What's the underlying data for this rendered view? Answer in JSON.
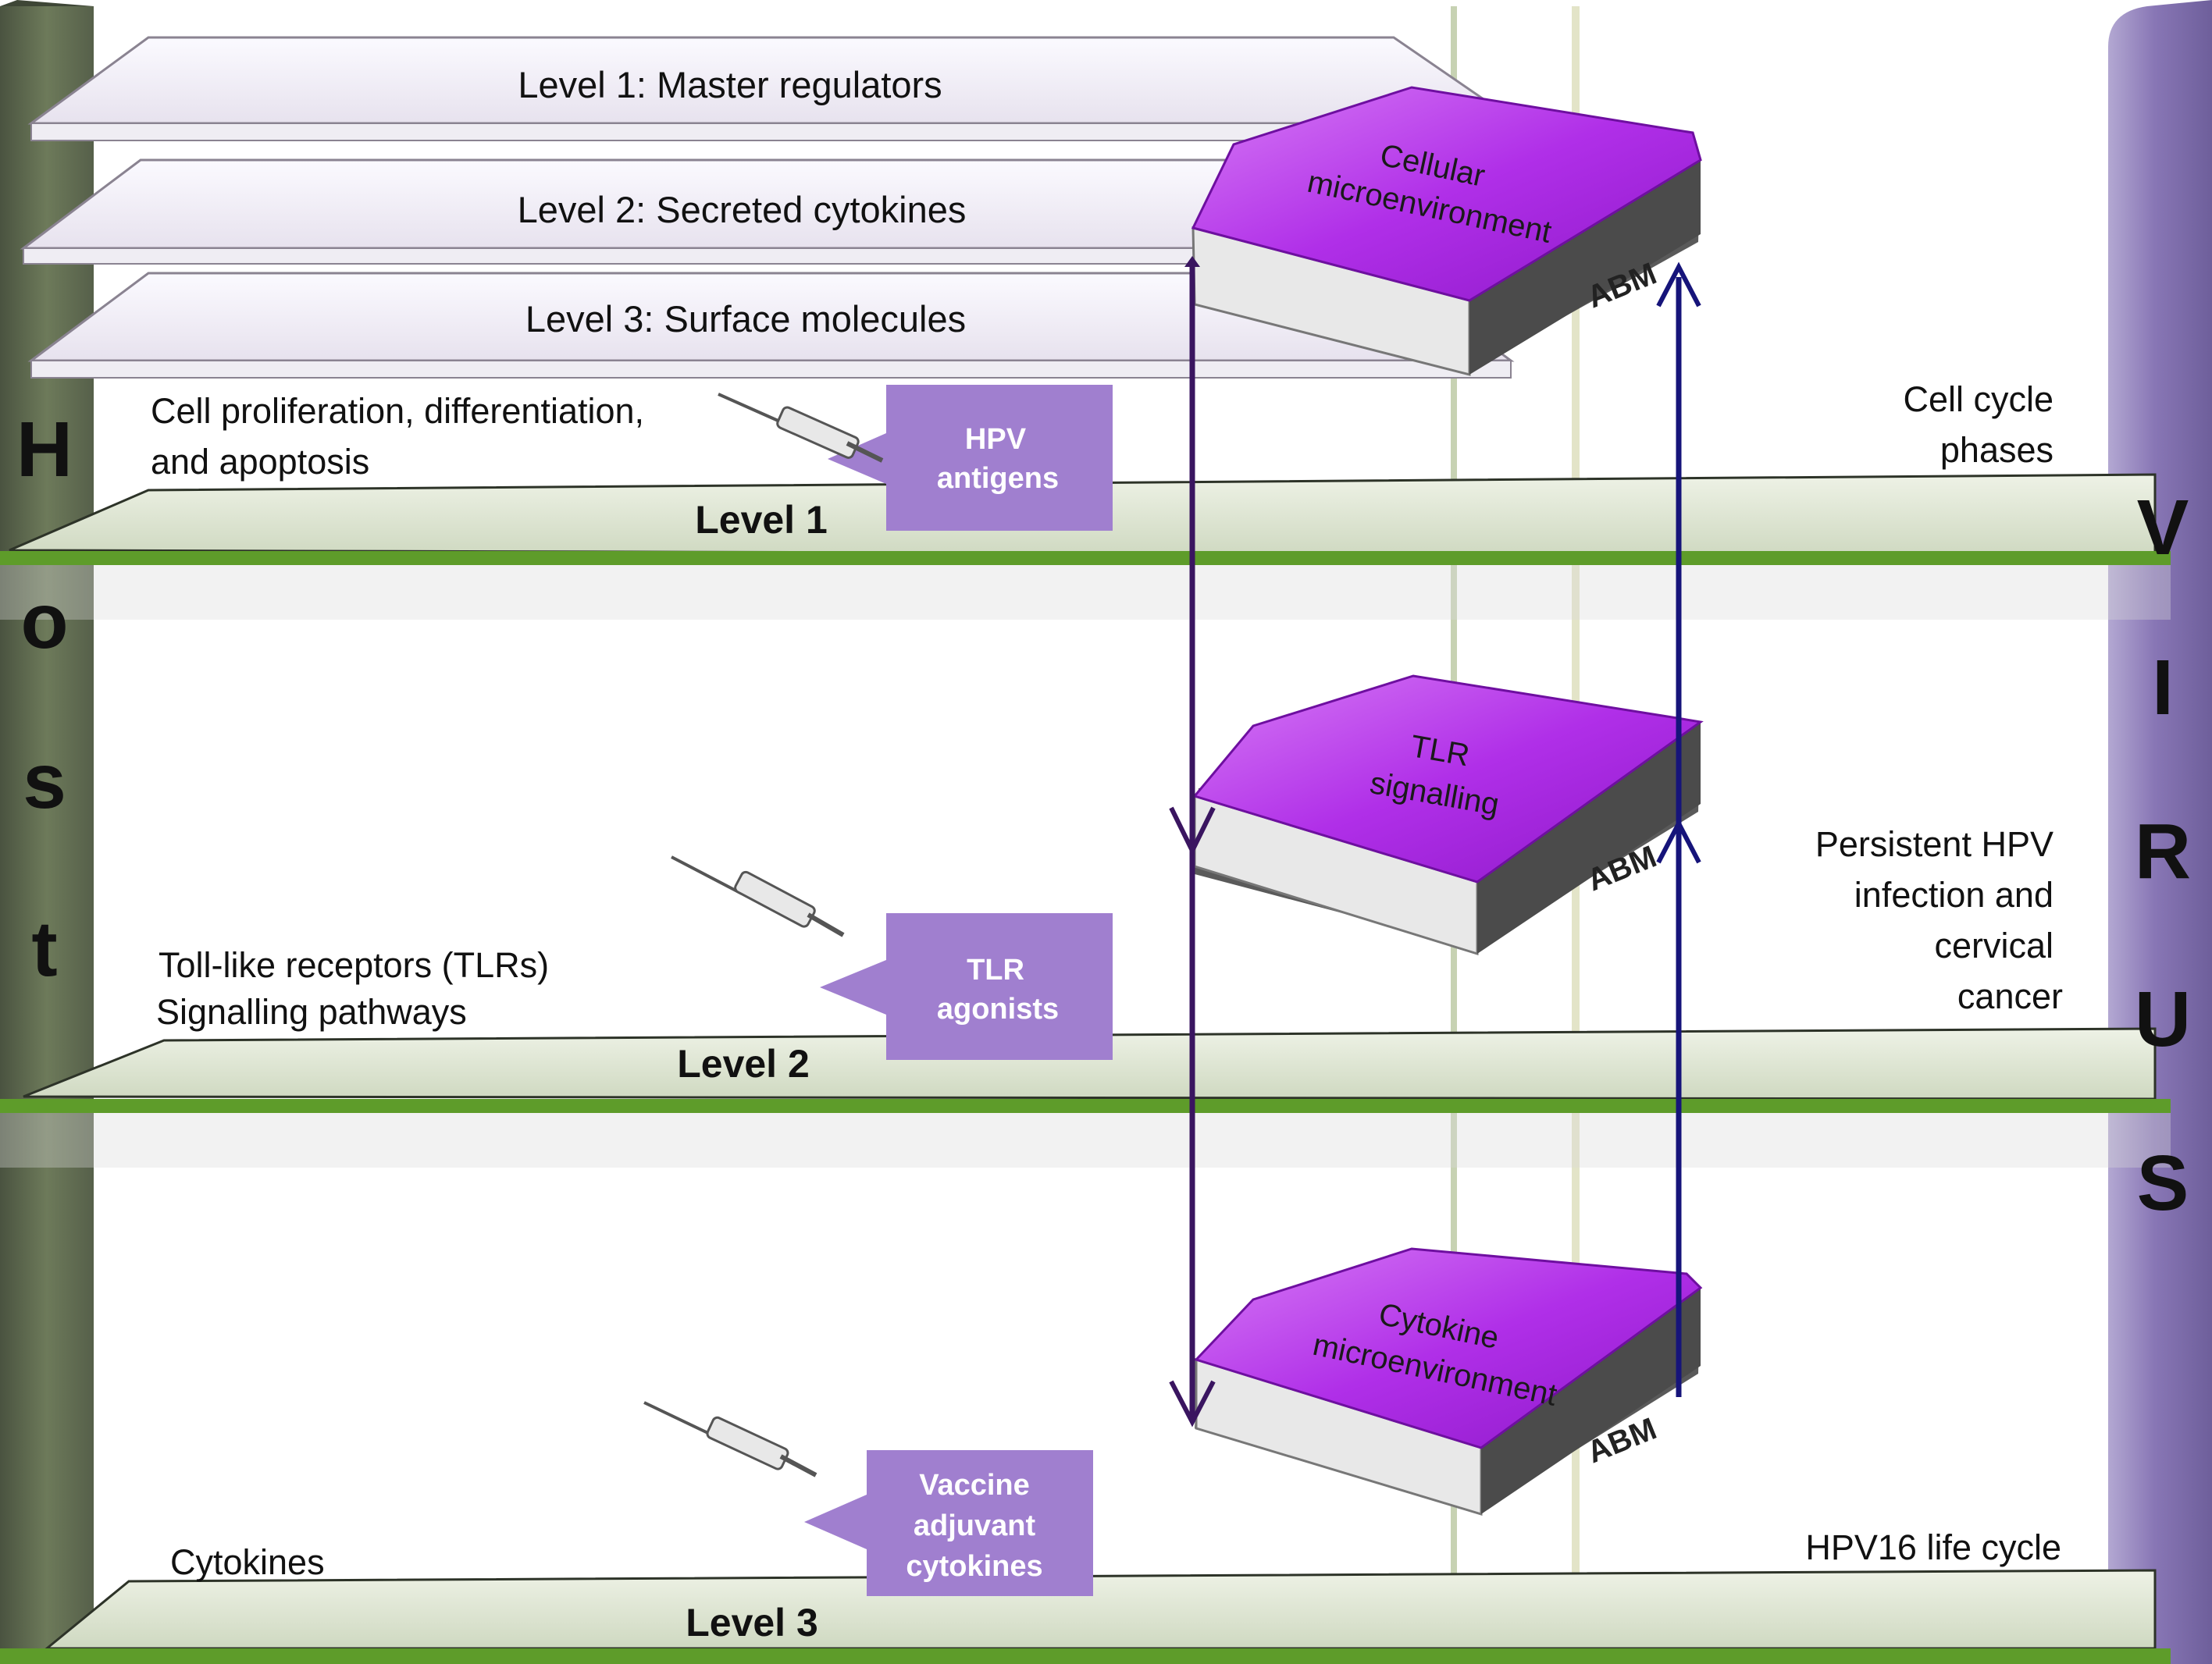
{
  "host_letters": [
    "H",
    "o",
    "s",
    "t"
  ],
  "virus_letters": [
    "V",
    "I",
    "R",
    "U",
    "S"
  ],
  "stacked_planes": [
    "Level 1: Master regulators",
    "Level 2: Secreted cytokines",
    "Level 3: Surface molecules"
  ],
  "levels": [
    {
      "name": "Level 1",
      "host_lines": [
        "Cell proliferation, differentiation,",
        "and apoptosis"
      ],
      "intervention_lines": [
        "HPV",
        "antigens"
      ],
      "virus_lines": [
        "Cell cycle",
        "phases"
      ],
      "hex_lines": [
        "Cellular",
        "microenvironment"
      ],
      "hex_tag": "ABM"
    },
    {
      "name": "Level 2",
      "host_lines": [
        "Toll-like receptors (TLRs)",
        "Signalling pathways"
      ],
      "intervention_lines": [
        "TLR",
        "agonists"
      ],
      "virus_lines": [
        "Persistent HPV",
        "infection and",
        "cervical",
        "cancer"
      ],
      "hex_lines": [
        "TLR",
        "signalling"
      ],
      "hex_tag": "ABM"
    },
    {
      "name": "Level 3",
      "host_lines": [
        "Cytokines"
      ],
      "intervention_lines": [
        "Vaccine",
        "adjuvant",
        "cytokines"
      ],
      "virus_lines": [
        "HPV16 life cycle"
      ],
      "hex_lines": [
        "Cytokine",
        "microenvironment"
      ],
      "hex_tag": "ABM"
    }
  ],
  "colors": {
    "host_bar": "#5f6a4e",
    "virus_bar": "#8a7bb0",
    "shelf": "#dfe6d4",
    "shelf_edge": "#5e9c2a",
    "hex_top": "#b335e8",
    "arrow_down": "#3a1560",
    "arrow_up": "#16147a",
    "tab": "#a07fcf",
    "plane": "#f1eef5"
  }
}
